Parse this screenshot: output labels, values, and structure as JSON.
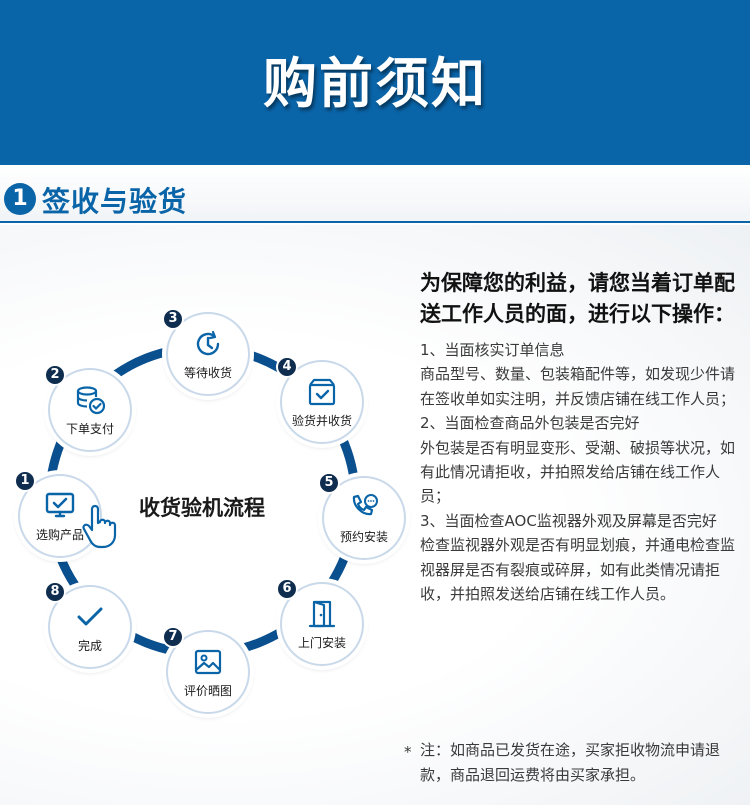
{
  "banner": {
    "title": "购前须知"
  },
  "section": {
    "number": "1",
    "title": "签收与验货"
  },
  "flow": {
    "center_title": "收货验机流程",
    "steps": [
      {
        "num": "1",
        "label": "选购产品",
        "icon": "monitor-check-icon"
      },
      {
        "num": "2",
        "label": "下单支付",
        "icon": "coins-check-icon"
      },
      {
        "num": "3",
        "label": "等待收货",
        "icon": "clock-icon"
      },
      {
        "num": "4",
        "label": "验货并收货",
        "icon": "box-check-icon"
      },
      {
        "num": "5",
        "label": "预约安装",
        "icon": "phone-chat-icon"
      },
      {
        "num": "6",
        "label": "上门安装",
        "icon": "door-icon"
      },
      {
        "num": "7",
        "label": "评价晒图",
        "icon": "picture-icon"
      },
      {
        "num": "8",
        "label": "完成",
        "icon": "checkmark-icon"
      }
    ]
  },
  "info": {
    "headline": "为保障您的利益，请您当着订单配送工作人员的面，进行以下操作：",
    "lines": [
      "1、当面核实订单信息",
      "商品型号、数量、包装箱配件等，如发现少件请在签收单如实注明，并反馈店铺在线工作人员；",
      "2、当面检查商品外包装是否完好",
      "外包装是否有明显变形、受潮、破损等状况，如有此情况请拒收，并拍照发给店铺在线工作人员；",
      "3、当面检查AOC监视器外观及屏幕是否完好",
      "检查监视器外观是否有明显划痕，并通电检查监视器屏是否有裂痕或碎屏，如有此类情况请拒收，并拍照发送给店铺在线工作人员。"
    ],
    "note_star": "*",
    "note": "注：如商品已发货在途，买家拒收物流申请退款，商品退回运费将由买家承担。"
  },
  "colors": {
    "brand": "#0a64a8",
    "ring": "#0a4f8e",
    "badge": "#0f2d4f"
  }
}
